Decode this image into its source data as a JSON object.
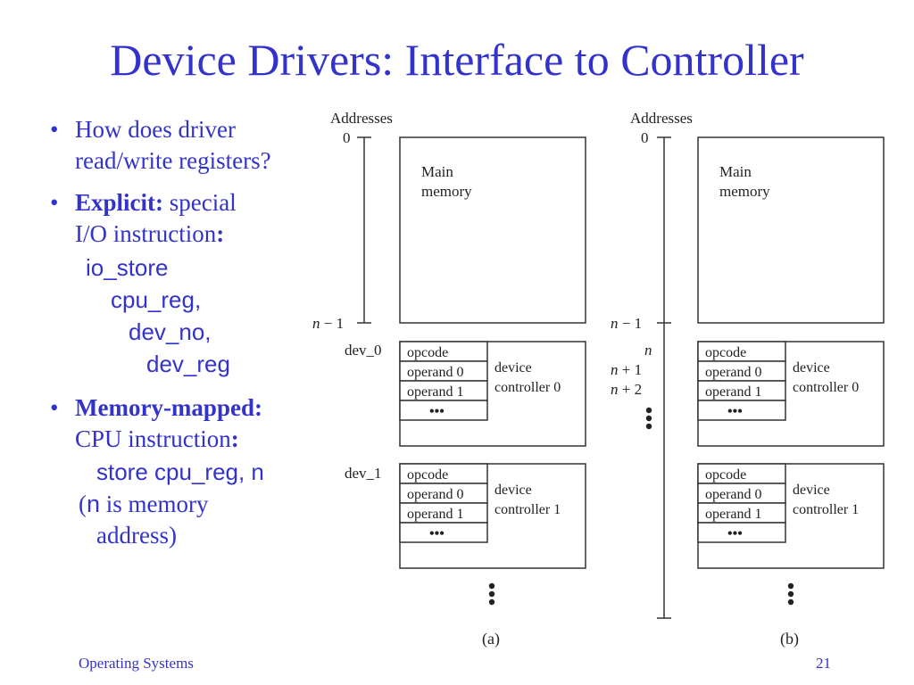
{
  "title": "Device Drivers: Interface to Controller",
  "bullets": {
    "q": {
      "line1": "How does driver",
      "line2": "read/write registers?"
    },
    "explicit": {
      "label": "Explicit:",
      "text1": " special",
      "text2": "I/O instruction",
      "colon": ":",
      "code": [
        "io_store",
        "cpu_reg,",
        "dev_no,",
        "dev_reg"
      ]
    },
    "mmap": {
      "label": "Memory-mapped:",
      "text1": "CPU instruction",
      "colon": ":",
      "code": "store cpu_reg, n",
      "note_open": "(",
      "note_n": "n",
      "note_rest": " is memory",
      "note_line2": "address)"
    }
  },
  "diagram": {
    "addresses": "Addresses",
    "zero": "0",
    "n_var": "n",
    "minus_one": " − 1",
    "plus_one": " + 1",
    "plus_two": " + 2",
    "main_memory": [
      "Main",
      "memory"
    ],
    "dev0": "dev_0",
    "dev1": "dev_1",
    "registers": [
      "opcode",
      "operand 0",
      "operand 1"
    ],
    "ellipsis": "•••",
    "device": "device",
    "controller0": "controller 0",
    "controller1": "controller 1",
    "caption_a": "(a)",
    "caption_b": "(b)"
  },
  "footer": {
    "left": "Operating Systems",
    "right": "21"
  },
  "colors": {
    "accent": "#3333cc"
  }
}
